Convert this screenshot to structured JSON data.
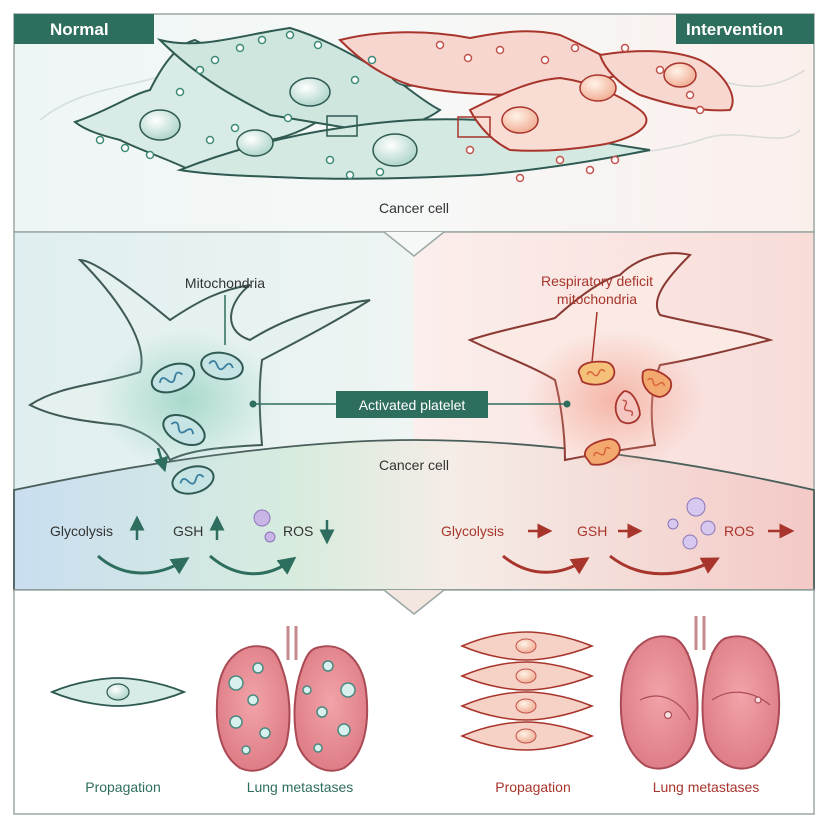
{
  "top_panel": {
    "left_tag": "Normal",
    "right_tag": "Intervention",
    "caption": "Cancer cell"
  },
  "middle_panel": {
    "mito_label": "Mitochondria",
    "deficit_label_line1": "Respiratory deficit",
    "deficit_label_line2": "mitochondria",
    "platelet_label": "Activated platelet",
    "cancer_cell_label": "Cancer cell",
    "normal_pathway": {
      "glycolysis": "Glycolysis",
      "gsh": "GSH",
      "ros": "ROS"
    },
    "intervention_pathway": {
      "glycolysis": "Glycolysis",
      "gsh": "GSH",
      "ros": "ROS"
    }
  },
  "bottom_panel": {
    "normal": {
      "propagation": "Propagation",
      "lung": "Lung metastases"
    },
    "intervention": {
      "propagation": "Propagation",
      "lung": "Lung metastases"
    }
  },
  "colors": {
    "normal_accent": "#2e6e5e",
    "intervention_accent": "#a8352c",
    "normal_tint": "#e6f2f1",
    "intervention_tint": "#fbe4df"
  }
}
